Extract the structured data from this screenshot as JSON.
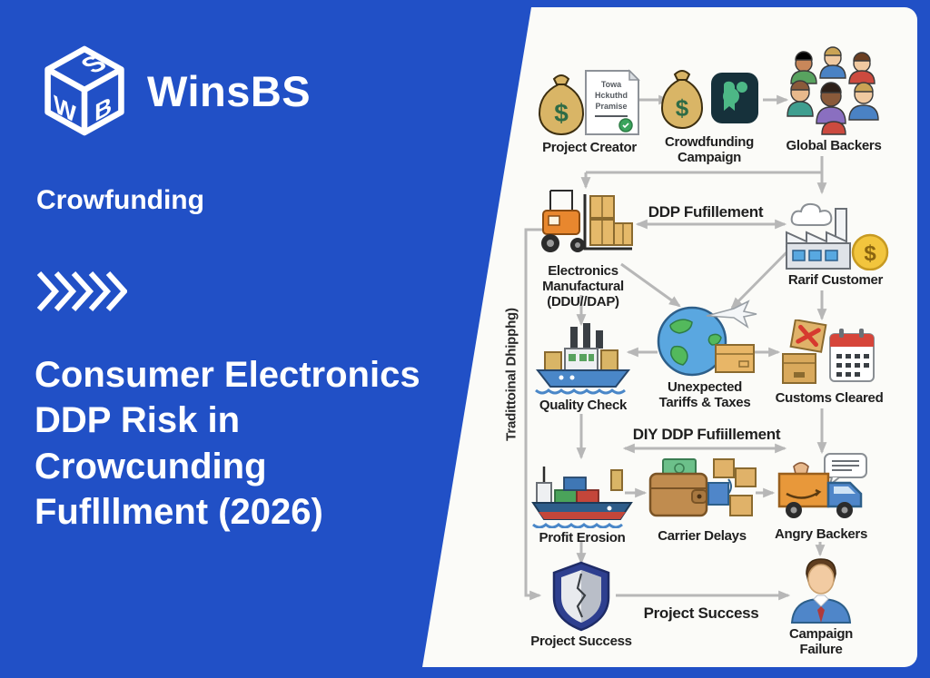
{
  "brand": {
    "name": "WinsBS",
    "logo_icon": "cube-logo-icon",
    "logo_letters": {
      "top": "S",
      "left": "W",
      "right": "B"
    }
  },
  "left_panel": {
    "category": "Crowfunding",
    "chevrons_icon": "chevrons-right-icon",
    "title_lines": [
      "Consumer Electronics",
      "DDP Risk in",
      "Crowcunding",
      "Fuflllment (2026)"
    ]
  },
  "glyphs": {
    "dollar": "$"
  },
  "colors": {
    "background_blue": "#2150c6",
    "panel_white": "#fbfbf8",
    "arrow_gray": "#b7b7b7",
    "label_dark": "#1f1f1f",
    "accent_green": "#4db886"
  },
  "flowchart": {
    "side_label": "Tradittoinal Dhipphg)",
    "edge_labels": {
      "ddp_fulfillment": "DDP Fufillement",
      "diy_ddp_fulfillment": "DIY DDP Fufiillement",
      "project_success": "Project Success"
    },
    "nodes": {
      "project_creator": {
        "label": "Project Creator",
        "icon": "money-bag-and-contract-icon",
        "document_lines": [
          "Towa",
          "Hckuthd",
          "Pramise"
        ]
      },
      "crowdfunding_campaign": {
        "label": "Crowdfunding Campaign",
        "icon": "money-bag-and-app-icon"
      },
      "global_backers": {
        "label": "Global Backers",
        "icon": "crowd-icon"
      },
      "electronics_manufacturer": {
        "label": "Electronics Manufactural (DDU//DAP)",
        "icon": "forklift-boxes-icon"
      },
      "rarif_customer": {
        "label": "Rarif Customer",
        "icon": "factory-cloud-coin-icon"
      },
      "quality_check": {
        "label": "Quality Check",
        "icon": "harbor-ship-icon"
      },
      "unexpected_tariffs": {
        "label": "Unexpected Tariffs & Taxes",
        "icon": "globe-plane-parcel-icon"
      },
      "customs_cleared": {
        "label": "Customs Cleared",
        "icon": "boxes-calendar-icon"
      },
      "profit_erosion": {
        "label": "Profit Erosion",
        "icon": "container-ship-icon"
      },
      "carrier_delays": {
        "label": "Carrier Delays",
        "icon": "wallet-parcels-icon"
      },
      "angry_backers": {
        "label": "Angry Backers",
        "icon": "delivery-truck-chat-icon"
      },
      "project_success": {
        "label": "Project Success",
        "icon": "cracked-shield-icon"
      },
      "campaign_failure": {
        "label": "Campaign Failure",
        "icon": "businessman-icon"
      }
    }
  }
}
